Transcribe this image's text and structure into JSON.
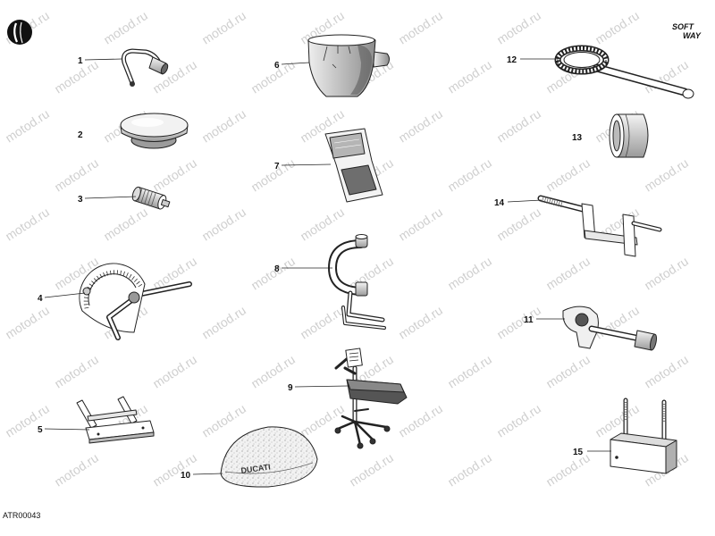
{
  "figure_code": "ATR00043",
  "watermark": "motod.ru",
  "logo": {
    "top": "SOFT",
    "bottom": "WAY"
  },
  "tool_marking": "DUCATI",
  "callouts": [
    "1",
    "2",
    "3",
    "4",
    "5",
    "6",
    "7",
    "8",
    "9",
    "10",
    "11",
    "12",
    "13",
    "14",
    "15"
  ],
  "colors": {
    "line": "#222222",
    "watermark": "#cfcfcf",
    "background": "#ffffff"
  },
  "icons": {
    "corner": "corner-logo-icon"
  }
}
